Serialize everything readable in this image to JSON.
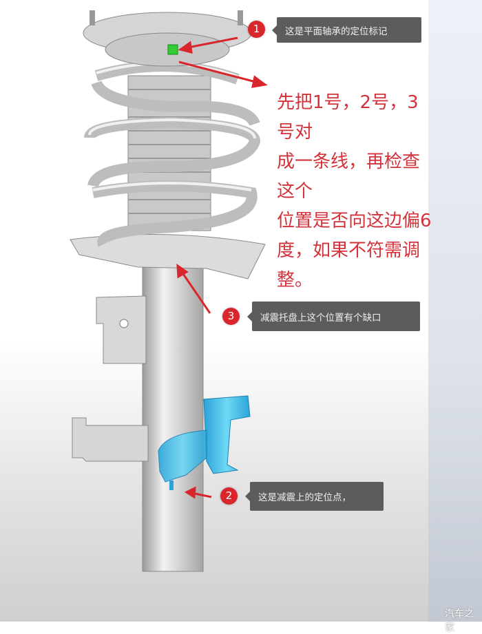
{
  "callouts": [
    {
      "number": "1",
      "text": "这是平面轴承的定位标记"
    },
    {
      "number": "3",
      "text": "减震托盘上这个位置有个缺口"
    },
    {
      "number": "2",
      "text": "这是减震上的定位点，"
    }
  ],
  "instruction": [
    "先把1号，2号，3号对",
    "成一条线，再检查这个",
    "位置是否向这边偏6",
    "度，如果不符需调整。"
  ],
  "watermark": "汽车之家",
  "colors": {
    "accent": "#d9262c",
    "callout_bg": "#5c5c5c",
    "marker": "#33cc33",
    "bracket": "#4fc8e8"
  }
}
